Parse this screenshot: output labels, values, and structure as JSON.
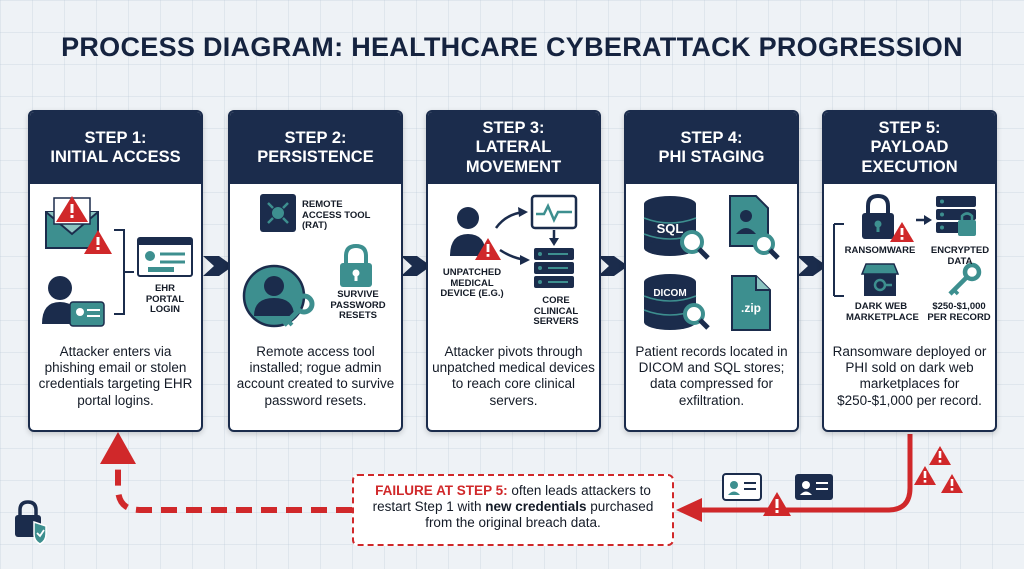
{
  "title": "PROCESS DIAGRAM: HEALTHCARE CYBERATTACK PROGRESSION",
  "colors": {
    "navy": "#1b2c4c",
    "teal": "#3d8f8f",
    "alert_red": "#d0282a",
    "background": "#eef2f6"
  },
  "steps": [
    {
      "title_line1": "STEP 1:",
      "title_line2": "INITIAL ACCESS",
      "title_line3": "",
      "labels": {
        "ehr": "EHR PORTAL LOGIN"
      },
      "description": "Attacker enters via phishing email or stolen credentials targeting EHR portal logins."
    },
    {
      "title_line1": "STEP 2:",
      "title_line2": "PERSISTENCE",
      "title_line3": "",
      "labels": {
        "rat": "REMOTE ACCESS TOOL (RAT)",
        "survive": "SURVIVE PASSWORD RESETS"
      },
      "description": "Remote access tool installed; rogue admin account created to survive password resets."
    },
    {
      "title_line1": "STEP 3:",
      "title_line2": "LATERAL",
      "title_line3": "MOVEMENT",
      "labels": {
        "device": "UNPATCHED MEDICAL DEVICE (e.g.)",
        "servers": "CORE CLINICAL SERVERS"
      },
      "description": "Attacker pivots through unpatched medical devices to reach core clinical servers."
    },
    {
      "title_line1": "STEP 4:",
      "title_line2": "PHI STAGING",
      "title_line3": "",
      "labels": {
        "sql": "SQL",
        "dicom": "DICOM",
        "zip": ".zip"
      },
      "description": "Patient records located in DICOM and SQL stores; data compressed for exfiltration."
    },
    {
      "title_line1": "STEP 5:",
      "title_line2": "PAYLOAD",
      "title_line3": "EXECUTION",
      "labels": {
        "ransomware": "RANSOMWARE",
        "encrypted": "ENCRYPTED DATA",
        "darkweb": "DARK WEB MARKETPLACE",
        "price": "$250-$1,000 PER RECORD"
      },
      "description": "Ransomware deployed or PHI sold on dark web marketplaces for $250-$1,000 per record."
    }
  ],
  "failure": {
    "lead": "FAILURE AT STEP 5:",
    "text1": " often leads attackers to restart Step 1 with ",
    "bold": "new credentials",
    "text2": " purchased from the original breach data."
  }
}
